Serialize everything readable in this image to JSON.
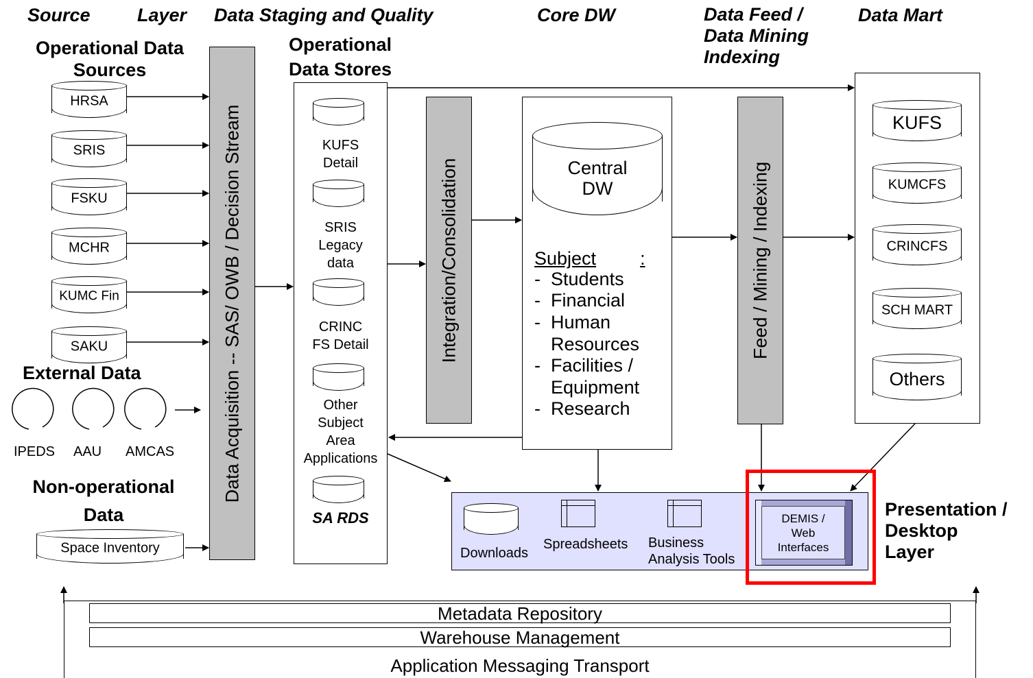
{
  "headers": {
    "source": "Source",
    "layer": "Layer",
    "staging": "Data Staging and Quality",
    "core": "Core DW",
    "feed": "Data Feed /\nData Mining\nIndexing",
    "mart": "Data Mart"
  },
  "operational": {
    "title": "Operational Data\nSources",
    "sources": [
      "HRSA",
      "SRIS",
      "FSKU",
      "MCHR",
      "KUMC Fin",
      "SAKU"
    ]
  },
  "external": {
    "title": "External Data",
    "items": [
      "IPEDS",
      "AAU",
      "AMCAS"
    ]
  },
  "nonoperational": {
    "title": "Non-operational\nData",
    "item": "Space Inventory"
  },
  "acquisition_label": "Data Acquisition  -- SAS/ OWB / Decision Stream",
  "ods": {
    "title": "Operational\nData Stores",
    "stores": [
      "KUFS\nDetail",
      "SRIS\nLegacy\ndata",
      "CRINC\nFS Detail",
      "Other\nSubject\nArea\nApplications"
    ],
    "sa_rds": "SA RDS"
  },
  "integration_label": "Integration/Consolidation",
  "core_dw": {
    "central": "Central\nDW",
    "subject_heading": "Subject",
    "subject_colon": ":",
    "subjects": [
      "Students",
      "Financial",
      "Human\nResources",
      "Facilities /\nEquipment",
      "Research"
    ]
  },
  "feed_label": "Feed / Mining / Indexing",
  "marts": [
    "KUFS",
    "KUMCFS",
    "CRINCFS",
    "SCH MART",
    "Others"
  ],
  "presentation": {
    "downloads": "Downloads",
    "spreadsheets": "Spreadsheets",
    "business_tools": "Business\nAnalysis Tools",
    "demis": "DEMIS /\nWeb\nInterfaces",
    "layer_label": "Presentation /\nDesktop\nLayer",
    "highlight_color": "#ff0000",
    "panel_color": "#e0e0ff"
  },
  "bottom": {
    "metadata": "Metadata Repository",
    "warehouse": "Warehouse Management",
    "messaging": "Application Messaging Transport"
  }
}
